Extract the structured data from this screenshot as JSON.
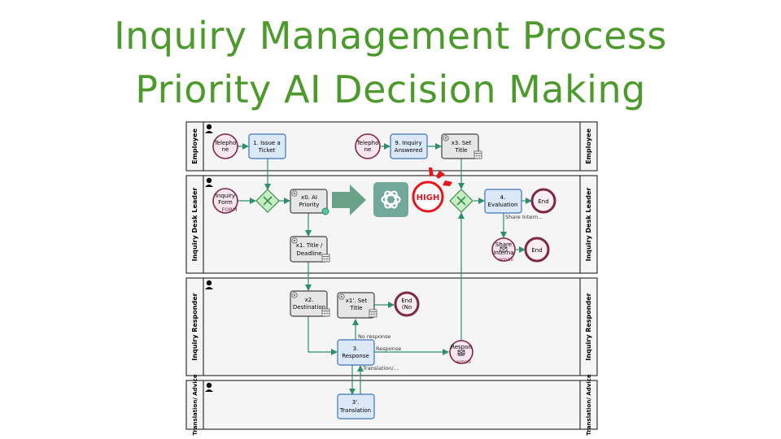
{
  "title": {
    "line1": "Inquiry Management Process",
    "line2": "Priority AI Decision Making"
  },
  "lanes": [
    {
      "label": "Employee"
    },
    {
      "label": "Inquiry Desk Leader"
    },
    {
      "label": "Inquiry Responder"
    },
    {
      "label": "Translation/ Advice"
    }
  ],
  "nodes": {
    "emp_phone1": [
      "Telepho",
      "ne"
    ],
    "issue_ticket": [
      "1. Issue a",
      "Ticket"
    ],
    "emp_phone2": [
      "Telepho",
      "ne"
    ],
    "inquiry_answered": [
      "9. Inquiry",
      "Answered"
    ],
    "set_title_x3": [
      "x3. Set",
      "Title"
    ],
    "inquiry_form": [
      "Inquiry",
      "Form",
      "FORM"
    ],
    "ai_priority": [
      "x0. AI",
      "Priority"
    ],
    "high_badge": [
      "HIGH"
    ],
    "evaluation": [
      "4.",
      "Evaluation"
    ],
    "end_eval": [
      "End"
    ],
    "share_internal": [
      "Share",
      "Interna",
      "email"
    ],
    "share_intern_label": [
      "Share Intern..."
    ],
    "end_share": [
      "End"
    ],
    "title_deadline": [
      "x1. Title /",
      "Deadline"
    ],
    "destination": [
      "x2.",
      "Destination"
    ],
    "set_title_x1": [
      "x1'. Set",
      "Title"
    ],
    "end_no": [
      "End",
      "(No"
    ],
    "response": [
      "3.",
      "Response"
    ],
    "response_email": [
      "Respon",
      "se",
      "email"
    ],
    "translation": [
      "3'.",
      "Translation"
    ]
  },
  "edge_labels": {
    "no_response": "No response",
    "response": "Response",
    "translation": "Translation/..."
  },
  "colors": {
    "title_green": "#4d9a2c",
    "task_blue_fill": "#dbe8f7",
    "task_blue_stroke": "#3f72b8",
    "task_gray_fill": "#e6e6e6",
    "gateway_fill": "#c7edc4",
    "flow": "#2f8f6a",
    "event_stroke": "#7d2848",
    "event_fill": "#f7e6ee",
    "high_red": "#e8141c",
    "arrow_gray": "#6aa189",
    "gpt_teal": "#72a89a"
  },
  "icons": [
    "person-icon",
    "close-x-icon",
    "gear-icon",
    "calendar-icon",
    "envelope-icon",
    "openai-logo-icon",
    "right-arrow-icon"
  ]
}
